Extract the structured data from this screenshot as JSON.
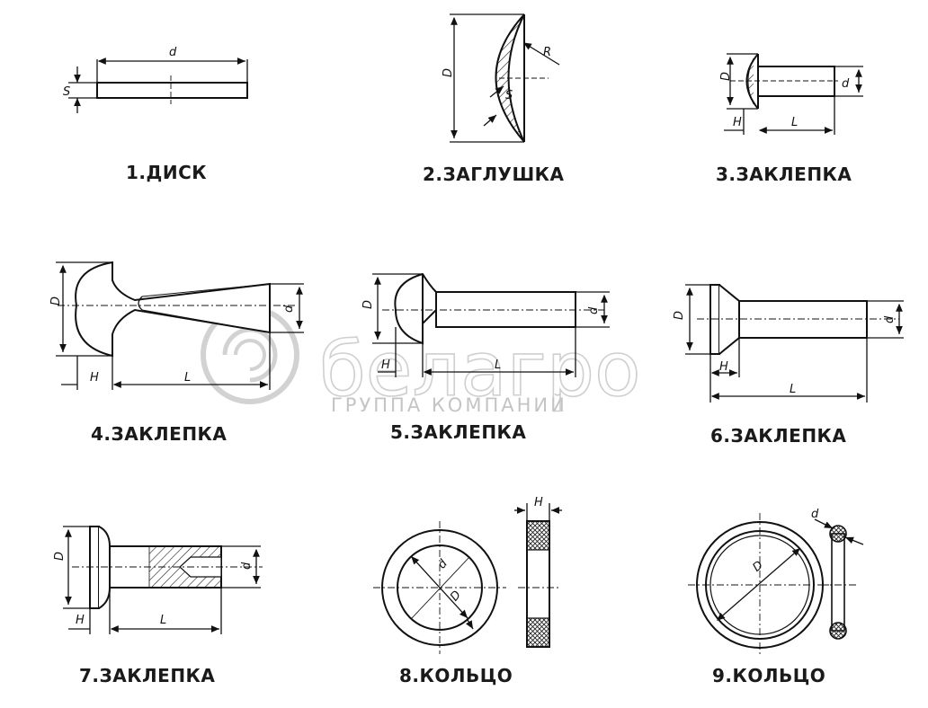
{
  "captions": {
    "c1": "1.ДИСК",
    "c2": "2.ЗАГЛУШКА",
    "c3": "3.ЗАКЛЕПКА",
    "c4": "4.ЗАКЛЕПКА",
    "c5": "5.ЗАКЛЕПКА",
    "c6": "6.ЗАКЛЕПКА",
    "c7": "7.ЗАКЛЕПКА",
    "c8": "8.КОЛЬЦО",
    "c9": "9.КОЛЬЦО"
  },
  "dims": {
    "d": "d",
    "D": "D",
    "S": "S",
    "R": "R",
    "H": "H",
    "L": "L"
  },
  "watermark": {
    "brand": "белагро",
    "subtitle": "ГРУППА КОМПАНИЙ"
  }
}
